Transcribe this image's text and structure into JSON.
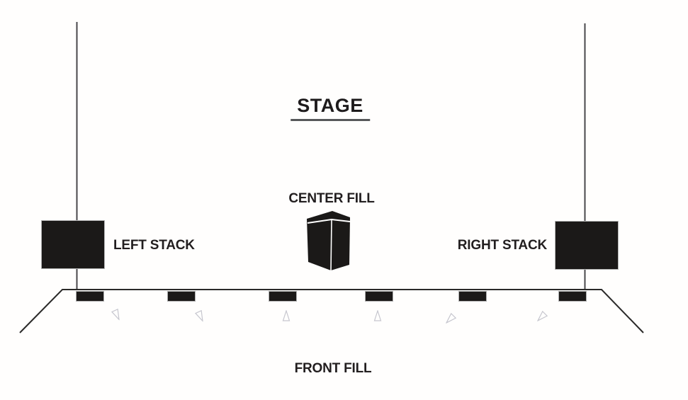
{
  "diagram": {
    "title": "STAGE",
    "labels": {
      "center_fill": "CENTER FILL",
      "left_stack": "LEFT STACK",
      "right_stack": "RIGHT STACK",
      "front_fill": "FRONT FILL"
    },
    "speakers": {
      "left_stack_count": 1,
      "right_stack_count": 1,
      "center_fill_count": 1,
      "front_fill_count": 6,
      "aim_marker_count": 6
    },
    "colors": {
      "ink": "#221e1f",
      "speaker_fill": "#1b1918",
      "stage_line": "#3f3e3d",
      "title_underline": "#57585a",
      "aim_marker_outline": "#c6c6ce",
      "background": "#ffffff"
    }
  }
}
